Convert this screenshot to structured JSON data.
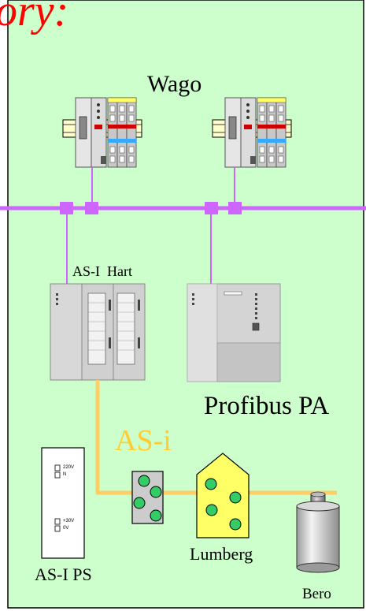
{
  "heading_fragment": "ory:",
  "labels": {
    "wago": "Wago",
    "as_i_hart": "AS-I  Hart",
    "profibus_pa": "Profibus PA",
    "as_i_bus": "AS-i",
    "as_i_ps": "AS-I PS",
    "lumberg": "Lumberg",
    "bero": "Bero"
  },
  "power_supply": {
    "line1_top": "220V",
    "line1_bottom": "N",
    "line2_top": "+30V",
    "line2_bottom": "0V"
  },
  "colors": {
    "panel_bg": "#ccffcc",
    "bus_purple": "#cc66ff",
    "asi_orange": "#ffcc66",
    "asi_label": "#ffcc33",
    "heading_red": "#ff0000",
    "module_green": "#33cc66",
    "lumberg_yellow": "#ffff66"
  }
}
